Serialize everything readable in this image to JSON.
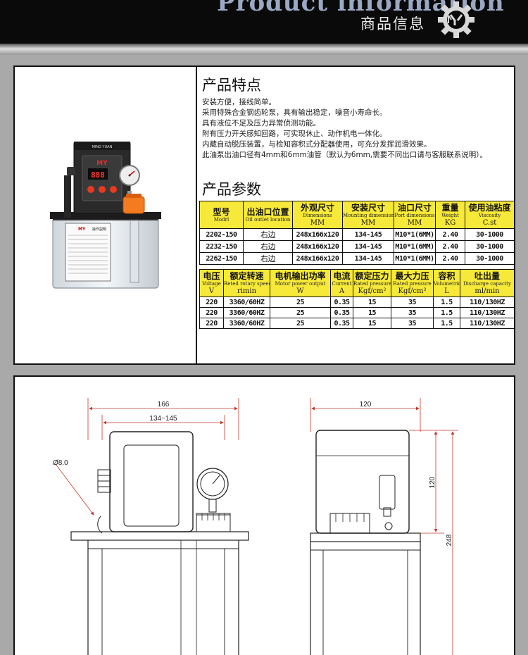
{
  "header": {
    "title_en": "Product information",
    "title_cn": "商品信息"
  },
  "features": {
    "title": "产品特点",
    "items": [
      "安装方便，接线简单。",
      "采用特殊合金钢齿轮泵，具有输出稳定，噪音小寿命长。",
      "具有液位不足及压力异常侦测功能。",
      "附有压力开关感知回路，可实现休止、动作机电一体化。",
      "内藏自动脱压装置，与检知容积式分配器使用，可充分发挥润滑效果。",
      "此油泵出油口径有4mm和6mm油管（默认为6mm,需要不同出口请与客服联系说明）。"
    ]
  },
  "params": {
    "title": "产品参数",
    "table1": {
      "headers": [
        {
          "zh": "型号",
          "en": "Modrl",
          "unit": ""
        },
        {
          "zh": "出油口位置",
          "en": "Oil outlet location",
          "unit": ""
        },
        {
          "zh": "外观尺寸",
          "en": "Dimensions",
          "unit": "MM"
        },
        {
          "zh": "安装尺寸",
          "en": "Mounting dimensions",
          "unit": "MM"
        },
        {
          "zh": "油口尺寸",
          "en": "Port dimensions",
          "unit": "MM"
        },
        {
          "zh": "重量",
          "en": "Weight",
          "unit": "KG"
        },
        {
          "zh": "使用油粘度",
          "en": "Viscosity",
          "unit": "C.st"
        }
      ],
      "rows": [
        [
          "2202-150",
          "右边",
          "248x166x120",
          "134-145",
          "M10*1(6MM)",
          "2.40",
          "30-1000"
        ],
        [
          "2232-150",
          "右边",
          "248x166x120",
          "134-145",
          "M10*1(6MM)",
          "2.40",
          "30-1000"
        ],
        [
          "2262-150",
          "右边",
          "248x166x120",
          "134-145",
          "M10*1(6MM)",
          "2.40",
          "30-1000"
        ]
      ]
    },
    "table2": {
      "headers": [
        {
          "zh": "电压",
          "en": "Voltage",
          "unit": "V"
        },
        {
          "zh": "额定转速",
          "en": "Reted rotary speed",
          "unit": "rimin"
        },
        {
          "zh": "电机输出功率",
          "en": "Motor power output",
          "unit": "W"
        },
        {
          "zh": "电流",
          "en": "Current",
          "unit": "A"
        },
        {
          "zh": "额定压力",
          "en": "Rated pressure",
          "unit": "Kgf/cm²"
        },
        {
          "zh": "最大力压",
          "en": "Rated pressure",
          "unit": "Kgf/cm²"
        },
        {
          "zh": "容积",
          "en": "Volumetric",
          "unit": "L"
        },
        {
          "zh": "吐出量",
          "en": "Discharge capacity",
          "unit": "ml/min"
        }
      ],
      "rows": [
        [
          "220",
          "3360/60HZ",
          "25",
          "0.35",
          "15",
          "35",
          "1.5",
          "110/130HZ"
        ],
        [
          "220",
          "3360/60HZ",
          "25",
          "0.35",
          "15",
          "35",
          "1.5",
          "110/130HZ"
        ],
        [
          "220",
          "3360/60HZ",
          "25",
          "0.35",
          "15",
          "35",
          "1.5",
          "110/130HZ"
        ]
      ]
    }
  },
  "product_photo": {
    "top_label": "MING YUAN",
    "display": "888",
    "panel_brand": "MY",
    "panel_title": "操作説明"
  },
  "drawing": {
    "front": {
      "width": "166",
      "mount": "134~145",
      "hole": "Ø8.0"
    },
    "side": {
      "width": "120",
      "height_upper": "120",
      "height_total": "248"
    }
  },
  "colors": {
    "header_bg": "#0a0a0a",
    "table_header": "#f7e93a",
    "dimension_line": "#c0392b",
    "page_bg": "#a9a9a9"
  },
  "icons": [
    "gear-logo-icon"
  ]
}
